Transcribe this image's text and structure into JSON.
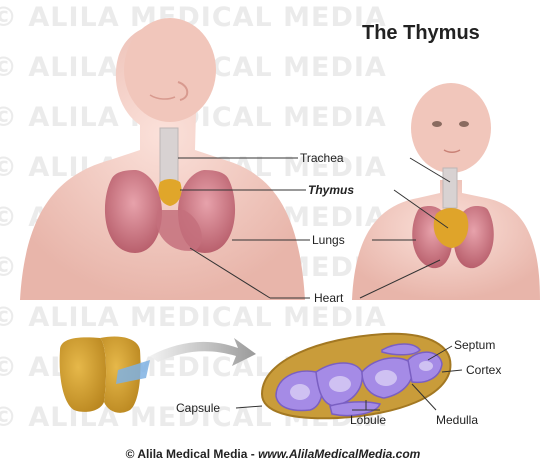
{
  "title": "The Thymus",
  "watermark": "© ALILA MEDICAL MEDIA",
  "labels": {
    "trachea": "Trachea",
    "thymus": "Thymus",
    "lungs": "Lungs",
    "heart": "Heart",
    "septum": "Septum",
    "cortex": "Cortex",
    "capsule": "Capsule",
    "lobule": "Lobule",
    "medulla": "Medulla"
  },
  "footer": {
    "credit": "© Alila Medical Media - ",
    "url": "www.AlilaMedicalMedia.com"
  },
  "colors": {
    "skin": "#f4cfc6",
    "lung": "#c97a85",
    "thymus": "#d9a42e",
    "lobule": "#a58be6",
    "medulla": "#c9b9ef",
    "capsule": "#c99c3a"
  }
}
